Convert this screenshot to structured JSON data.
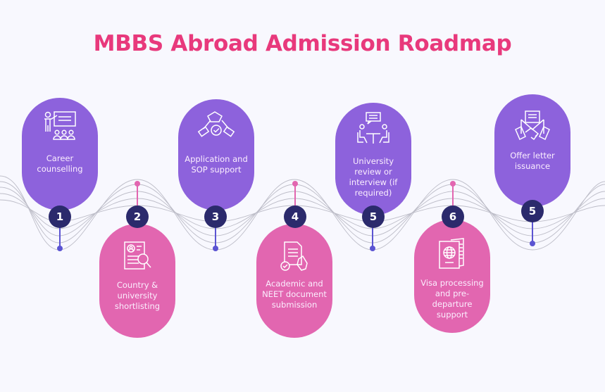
{
  "title": "MBBS Abroad Admission Roadmap",
  "colors": {
    "title": "#e8397c",
    "top_pill": "#8d62dc",
    "bottom_pill": "#e266b0",
    "badge": "#2b2a6c",
    "background": "#f8f8fe"
  },
  "steps": [
    {
      "number": "1",
      "label": "Career counselling",
      "icon": "presentation-audience-icon",
      "position": "top"
    },
    {
      "number": "2",
      "label": "Country & university shortlisting",
      "icon": "profile-document-search-icon",
      "position": "bottom"
    },
    {
      "number": "3",
      "label": "Application and SOP support",
      "icon": "handshake-check-icon",
      "position": "top"
    },
    {
      "number": "4",
      "label": "Academic and NEET document submission",
      "icon": "document-hand-check-icon",
      "position": "bottom"
    },
    {
      "number": "5",
      "label": "University review or interview (if required)",
      "icon": "interview-table-icon",
      "position": "top"
    },
    {
      "number": "6",
      "label": "Visa processing and pre-departure support",
      "icon": "passport-icon",
      "position": "bottom"
    },
    {
      "number": "5",
      "label": "Offer letter issuance",
      "icon": "envelope-handshake-icon",
      "position": "top"
    }
  ]
}
